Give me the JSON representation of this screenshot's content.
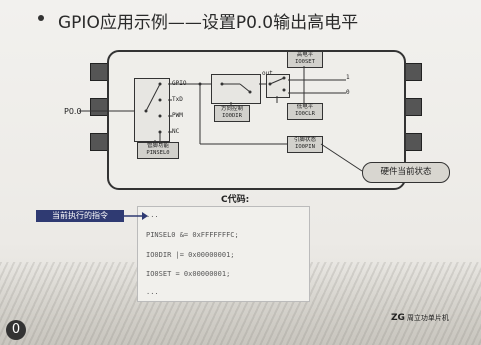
{
  "slide": {
    "title": "GPIO应用示例——设置P0.0输出高电平",
    "pin_label": "P0.0",
    "hw_state_label": "硬件当前状态",
    "current_instruction_label": "当前执行的指令",
    "page_number": "0",
    "logo_text": "周立功单片机",
    "logo_mark": "ZG"
  },
  "diagram": {
    "pinsel": {
      "name": "管脚功能",
      "reg": "PINSEL0"
    },
    "mux_inputs": [
      "GPIO",
      "TxD",
      "PWM",
      "NC"
    ],
    "dir": {
      "name": "方向控制",
      "reg": "IO0DIR"
    },
    "out_label": "out",
    "set": {
      "name": "高电平",
      "reg": "IO0SET"
    },
    "clr": {
      "name": "低电平",
      "reg": "IO0CLR"
    },
    "pin_state": {
      "name": "引脚状态",
      "reg": "IO0PIN"
    },
    "levels": [
      "1",
      "0"
    ]
  },
  "code": {
    "title": "C代码:",
    "lines": [
      "...",
      "PINSEL0  &= 0xFFFFFFFC;",
      "IO0DIR  |= 0x00000001;",
      "IO0SET  = 0x00000001;",
      "..."
    ]
  }
}
